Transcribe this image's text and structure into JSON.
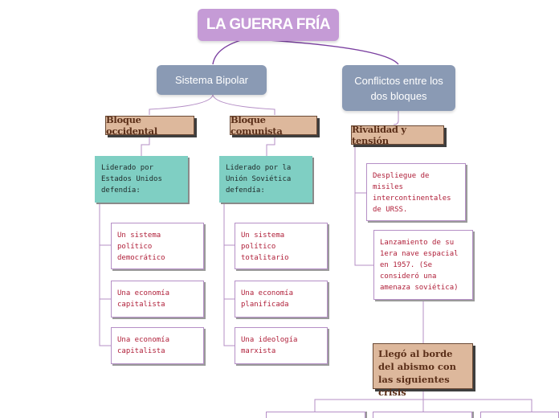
{
  "title": "LA GUERRA FRÍA",
  "branches": {
    "bipolar": {
      "label": "Sistema Bipolar",
      "occidental": {
        "label": "Bloque occidental",
        "lead": "Liderado por Estados Unidos defendía:",
        "items": [
          "Un sistema político democrático",
          "Una economía capitalista",
          "Una economía capitalista"
        ]
      },
      "comunista": {
        "label": "Bloque comunista",
        "lead": "Liderado por la Unión Soviética defendía:",
        "items": [
          "Un sistema político totalitario",
          "Una economía planificada",
          "Una ideología marxista"
        ]
      }
    },
    "conflictos": {
      "label": "Conflictos entre los dos bloques",
      "rivalidad": {
        "label": "Rivalidad y tensión",
        "items": [
          "Despliegue de misiles intercontinentales de URSS.",
          "Lanzamiento de su 1era nave espacial en 1957. (Se consideró una amenaza soviética)"
        ]
      },
      "crisis": "Llegó al borde del abismo con las siguientes crisis"
    }
  }
}
